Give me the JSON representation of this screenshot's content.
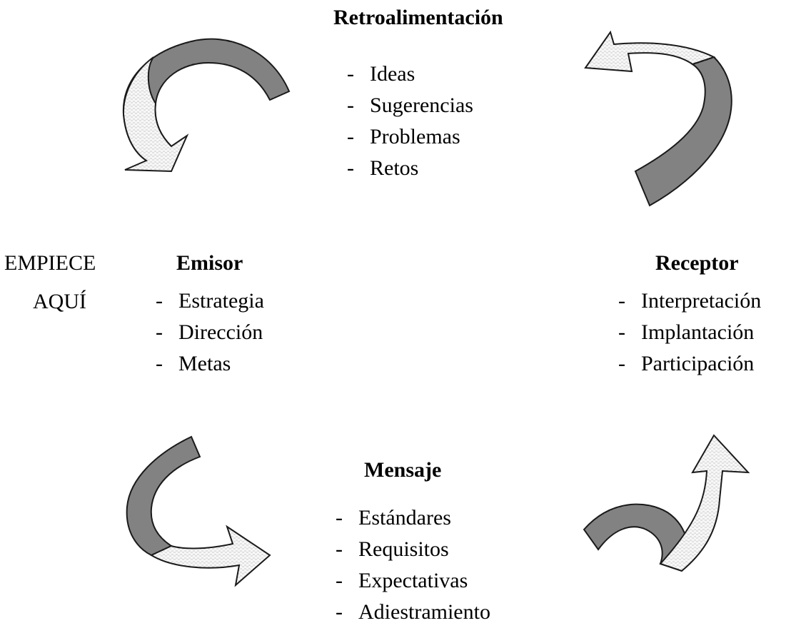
{
  "feedback": {
    "title": "Retroalimentación",
    "items": [
      "Ideas",
      "Sugerencias",
      "Problemas",
      "Retos"
    ]
  },
  "start": {
    "line1": "EMPIECE",
    "line2": "AQUÍ"
  },
  "sender": {
    "title": "Emisor",
    "items": [
      "Estrategia",
      "Dirección",
      "Metas"
    ]
  },
  "receiver": {
    "title": "Receptor",
    "items": [
      "Interpretación",
      "Implantación",
      "Participación"
    ]
  },
  "message": {
    "title": "Mensaje",
    "items": [
      "Estándares",
      "Requisitos",
      "Expectativas",
      "Adiestramiento"
    ]
  },
  "colors": {
    "dark": "#8c8c8c",
    "light": "#f3f3f3",
    "stroke": "#1a1a1a"
  },
  "icons": [
    "curved-arrow-top-left",
    "curved-arrow-top-right",
    "curved-arrow-bottom-left",
    "curved-arrow-bottom-right"
  ]
}
